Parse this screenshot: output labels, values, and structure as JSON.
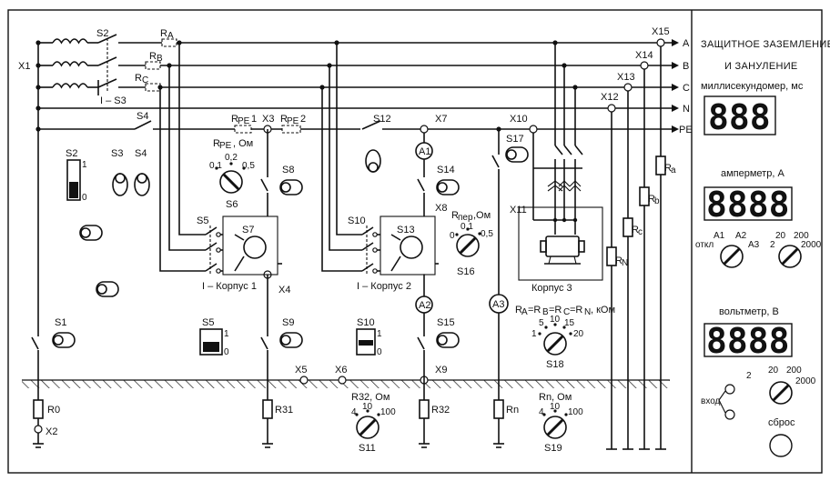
{
  "labels": {
    "X1": "X1",
    "X2": "X2",
    "X3": "X3",
    "X4": "X4",
    "X5": "X5",
    "X6": "X6",
    "X7": "X7",
    "X8": "X8",
    "X9": "X9",
    "X10": "X10",
    "X11": "X11",
    "X12": "X12",
    "X13": "X13",
    "X14": "X14",
    "X15": "X15",
    "S1": "S1",
    "S2": "S2",
    "S3": "S3",
    "S4": "S4",
    "S5": "S5",
    "S6": "S6",
    "S7": "S7",
    "S8": "S8",
    "S9": "S9",
    "S10": "S10",
    "S11": "S11",
    "S12": "S12",
    "S13": "S13",
    "S14": "S14",
    "S15": "S15",
    "S16": "S16",
    "S17": "S17",
    "S18": "S18",
    "S19": "S19",
    "I_S3": "I – S3",
    "I_K1": "I – Корпус 1",
    "I_K2": "I – Корпус 2",
    "K3": "Корпус 3",
    "RA": "R",
    "RA_sub": "A",
    "RB": "R",
    "RB_sub": "B",
    "RC": "R",
    "RC_sub": "C",
    "RPE1": "R",
    "RPE1_sub": "PE",
    "RPE1_n": "1",
    "RPE2": "R",
    "RPE2_sub": "PE",
    "RPE2_n": " 2",
    "R0": "R0",
    "R31": "R31",
    "R32": "R32",
    "Rn": "Rn",
    "Ra_r": "R",
    "Ra_rs": "a",
    "Rb_r": "R",
    "Rb_rs": "b",
    "Rc_r": "R",
    "Rc_rs": "c",
    "RN_r": "R",
    "RN_rs": "N",
    "A1": "A1",
    "A2": "A2",
    "A3": "A3",
    "line_A": "A",
    "line_B": "B",
    "line_C": "C",
    "line_N": "N",
    "line_PE": "PE",
    "rpe_title": "R",
    "rpe_title_sub": "PE",
    "rpe_title_unit": ", Ом",
    "rpe_v1": "0,1",
    "rpe_v2": "0,2",
    "rpe_v3": "0,5",
    "rper_title": "R",
    "rper_title_sub": "пер",
    "rper_title_unit": ",Ом",
    "rper_v0": "0",
    "rper_v1": "0,1",
    "rper_v2": "0,5",
    "r32_title": "R32, Ом",
    "rn_title": "Rn, Ом",
    "dial_4": "4",
    "dial_10": "10",
    "dial_100": "100",
    "rabc_title": "R",
    "rabc_a": "A",
    "rabc_eq": "=R",
    "rabc_b": "B",
    "rabc_c": "C",
    "rabc_n": "N",
    "rabc_unit": ", кОм",
    "rabc_1": "1",
    "rabc_5": "5",
    "rabc_10": "10",
    "rabc_15": "15",
    "rabc_20": "20",
    "s2_one": "1",
    "s2_zero": "0",
    "s5_one": "1",
    "s5_zero": "0",
    "s10_one": "1",
    "s10_zero": "0"
  },
  "panel": {
    "title1": "ЗАЩИТНОЕ ЗАЗЕМЛЕНИЕ",
    "title2": "И ЗАНУЛЕНИЕ",
    "ms_label": "миллисекундомер, мс",
    "ms_value": "888",
    "amp_label": "амперметр, А",
    "amp_value": "8888",
    "amp_sel_off": "откл",
    "amp_sel_a1": "A1",
    "amp_sel_a2": "A2",
    "amp_sel_a3": "A3",
    "amp_rng_2": "2",
    "amp_rng_20": "20",
    "amp_rng_200": "200",
    "amp_rng_2000": "2000",
    "volt_label": "вольтметр, В",
    "volt_value": "8888",
    "volt_rng_2": "2",
    "volt_rng_20": "20",
    "volt_rng_200": "200",
    "volt_rng_2000": "2000",
    "input_label": "вход",
    "reset_label": "сброс"
  }
}
